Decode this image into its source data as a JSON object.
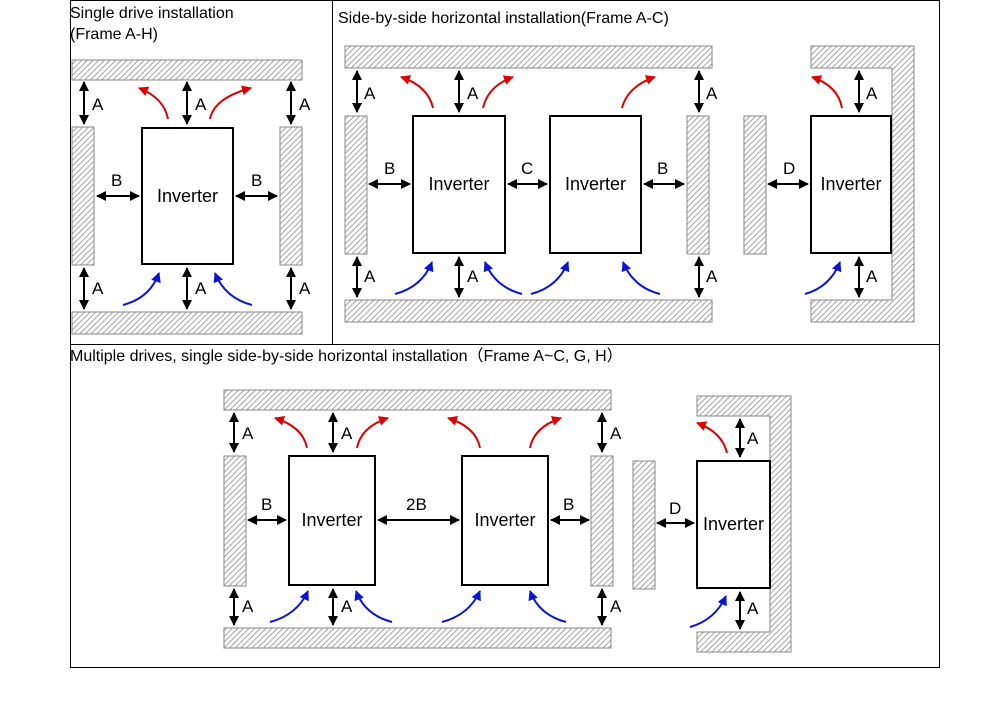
{
  "panels": {
    "single": {
      "title_line1": "Single drive installation",
      "title_line2": "(Frame A-H)"
    },
    "side_by_side": {
      "title": "Side-by-side horizontal installation(Frame A-C)"
    },
    "multiple": {
      "title": "Multiple drives, single side-by-side horizontal installation（Frame A~C, G, H）"
    }
  },
  "labels": {
    "inverter": "Inverter",
    "clearance_a": "A",
    "clearance_b": "B",
    "clearance_c": "C",
    "clearance_d": "D",
    "clearance_2b": "2B"
  },
  "colors": {
    "exhaust_arrow": "#e00000",
    "intake_arrow": "#0a14d8",
    "wall_hatch": "#8c8c8c"
  }
}
